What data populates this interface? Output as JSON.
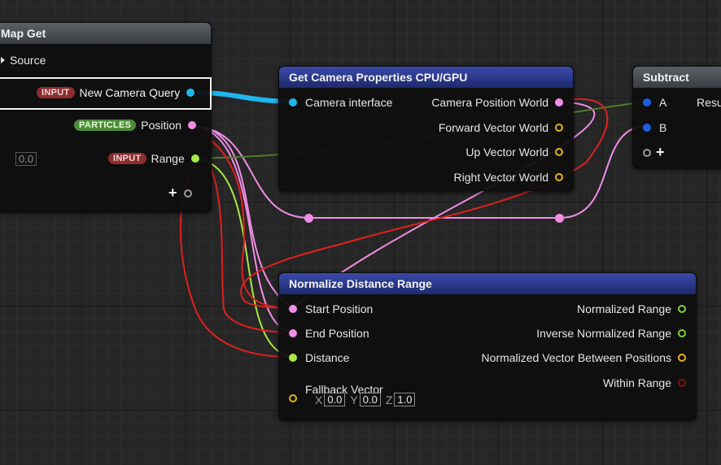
{
  "nodes": {
    "map_get": {
      "title": "Map Get",
      "source_label": "Source",
      "camera_query_badge": "INPUT",
      "camera_query_label": "New Camera Query",
      "position_badge": "PARTICLES",
      "position_label": "Position",
      "range_value": "0.0",
      "range_badge": "INPUT",
      "range_label": "Range",
      "add_pin": "+"
    },
    "camera_props": {
      "title": "Get Camera Properties CPU/GPU",
      "input_label": "Camera interface",
      "outputs": [
        "Camera Position World",
        "Forward Vector World",
        "Up Vector World",
        "Right Vector World"
      ]
    },
    "subtract": {
      "title": "Subtract",
      "pin_a": "A",
      "pin_b": "B",
      "result_label": "Resu",
      "add_pin": "+"
    },
    "normalize": {
      "title": "Normalize Distance Range",
      "inputs": [
        "Start Position",
        "End Position",
        "Distance"
      ],
      "outputs": [
        "Normalized Range",
        "Inverse Normalized Range",
        "Normalized Vector Between Positions",
        "Within Range"
      ],
      "fallback_label": "Fallback Vector",
      "fallback": {
        "x_label": "X",
        "x": "0.0",
        "y_label": "Y",
        "y": "0.0",
        "z_label": "Z",
        "z": "1.0"
      }
    }
  },
  "colors": {
    "camera_wire": "#1fb6ef",
    "vector_wire": "#f08ee6",
    "float_wire": "#a6ea46",
    "annotation": "#e02020"
  },
  "icons": [
    "arrow-right-icon",
    "plus-icon"
  ]
}
